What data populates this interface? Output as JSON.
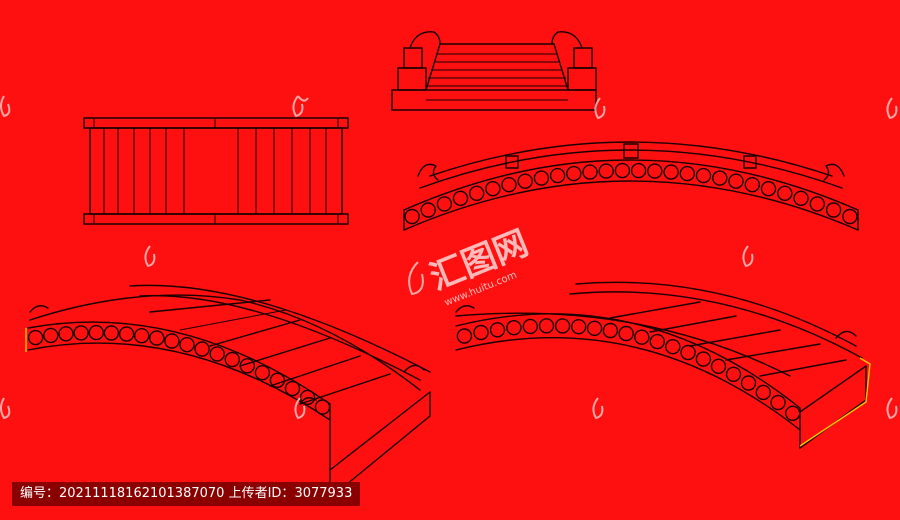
{
  "watermark": {
    "brand_cn": "汇图网",
    "brand_url": "www.huitu.com"
  },
  "footer": {
    "id_label": "编号：",
    "id_value": "20211118162101387070",
    "uploader_label": "上传者ID：",
    "uploader_value": "3077933"
  },
  "colors": {
    "background": "#ff1010",
    "line": "#1a0000",
    "watermark": "#ffd9d9",
    "selection": "#ffc400"
  }
}
